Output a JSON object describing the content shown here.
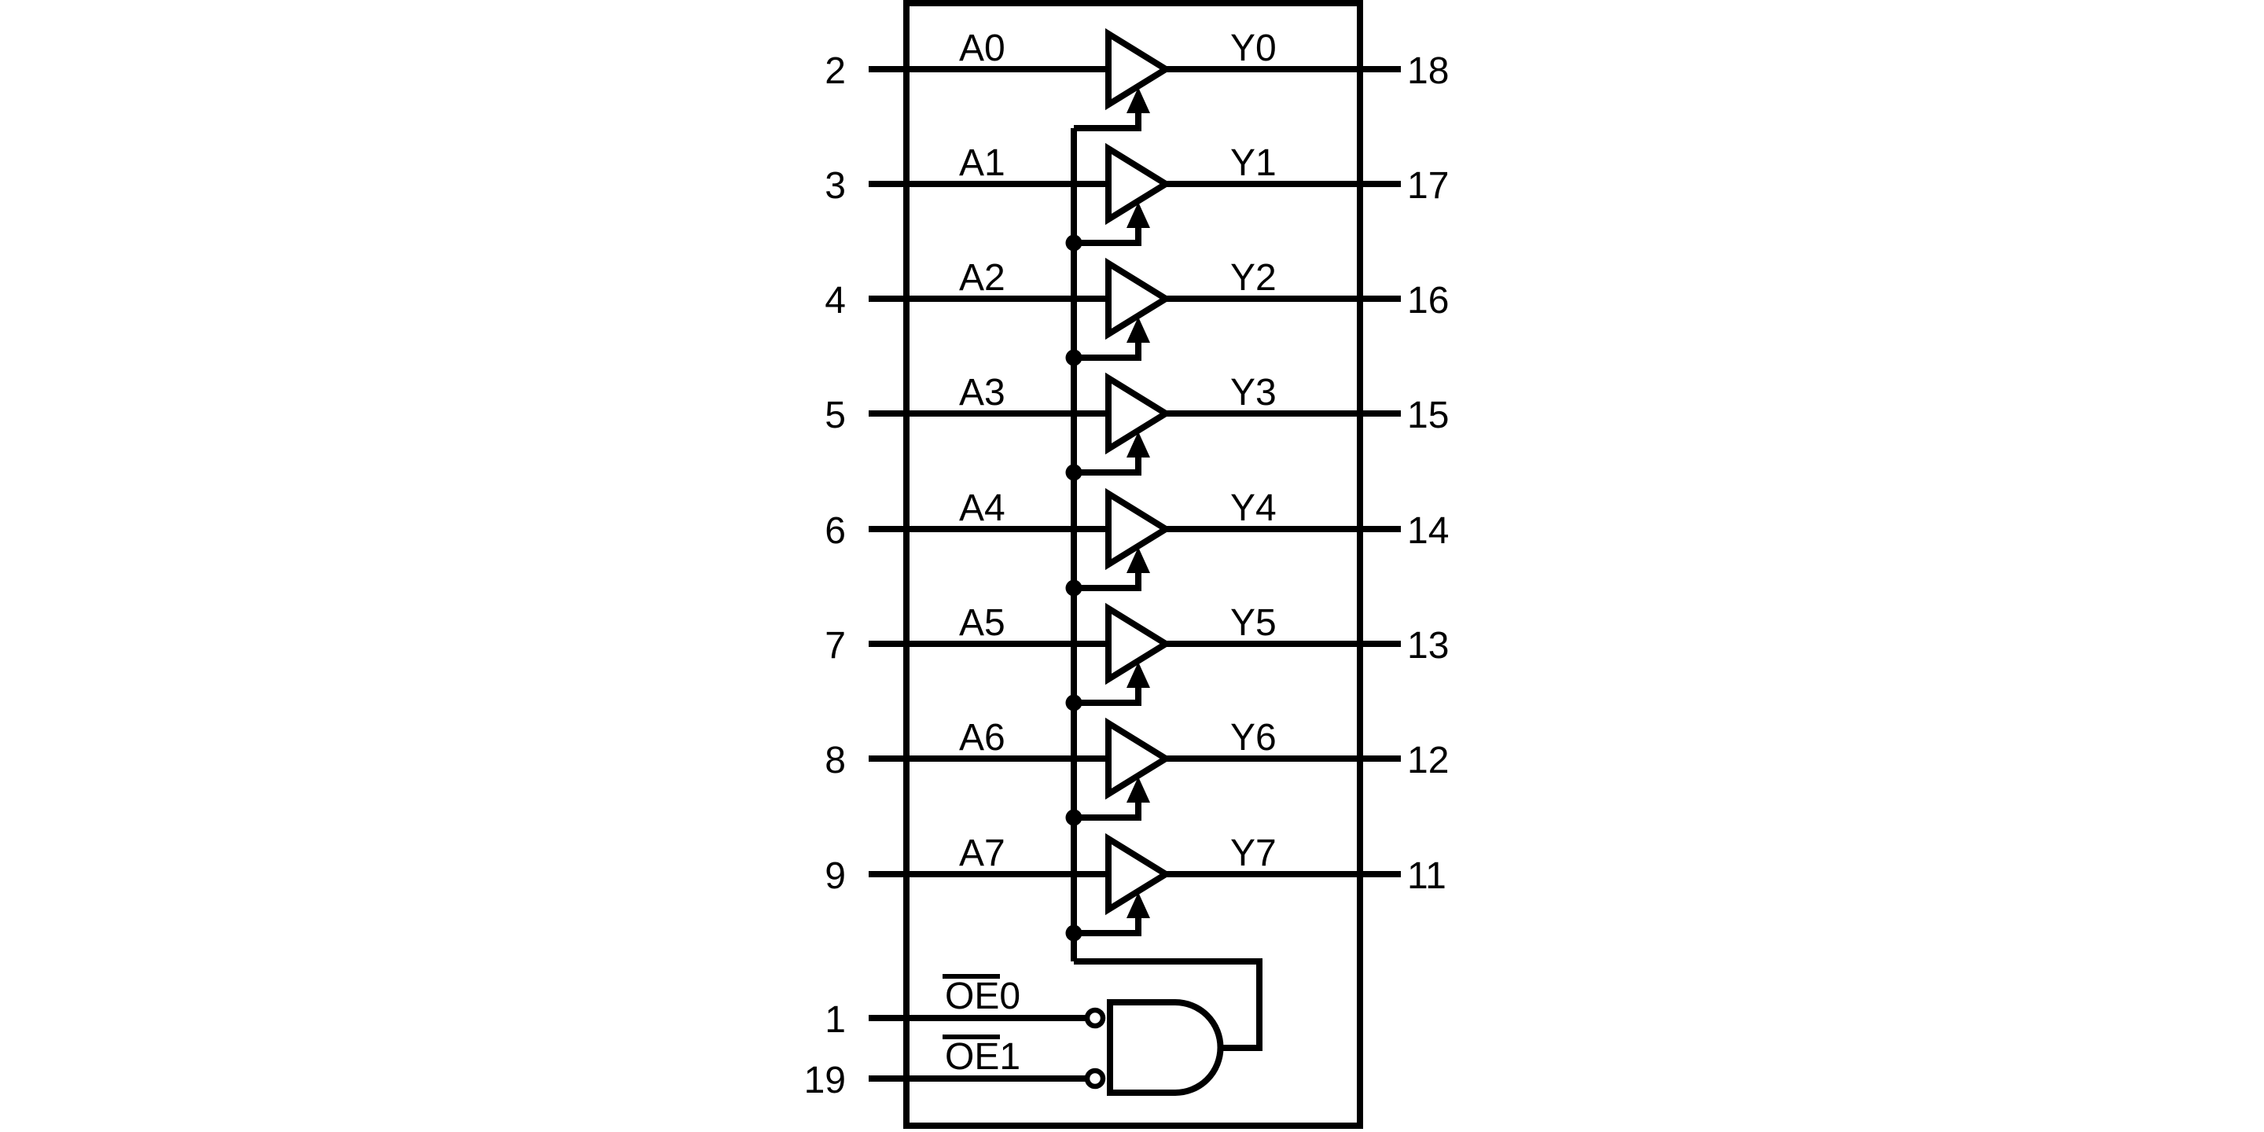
{
  "canvas": {
    "background": "#ffffff",
    "ink": "#000000"
  },
  "schematic": {
    "kind": "logic-diagram",
    "buffers": [
      {
        "left_pin": "2",
        "input": "A0",
        "output": "Y0",
        "right_pin": "18"
      },
      {
        "left_pin": "3",
        "input": "A1",
        "output": "Y1",
        "right_pin": "17"
      },
      {
        "left_pin": "4",
        "input": "A2",
        "output": "Y2",
        "right_pin": "16"
      },
      {
        "left_pin": "5",
        "input": "A3",
        "output": "Y3",
        "right_pin": "15"
      },
      {
        "left_pin": "6",
        "input": "A4",
        "output": "Y4",
        "right_pin": "14"
      },
      {
        "left_pin": "7",
        "input": "A5",
        "output": "Y5",
        "right_pin": "13"
      },
      {
        "left_pin": "8",
        "input": "A6",
        "output": "Y6",
        "right_pin": "12"
      },
      {
        "left_pin": "9",
        "input": "A7",
        "output": "Y7",
        "right_pin": "11"
      }
    ],
    "enables": [
      {
        "pin": "1",
        "overlined": "OE",
        "suffix": "0"
      },
      {
        "pin": "19",
        "overlined": "OE",
        "suffix": "1"
      }
    ],
    "gate": {
      "type": "AND"
    }
  }
}
